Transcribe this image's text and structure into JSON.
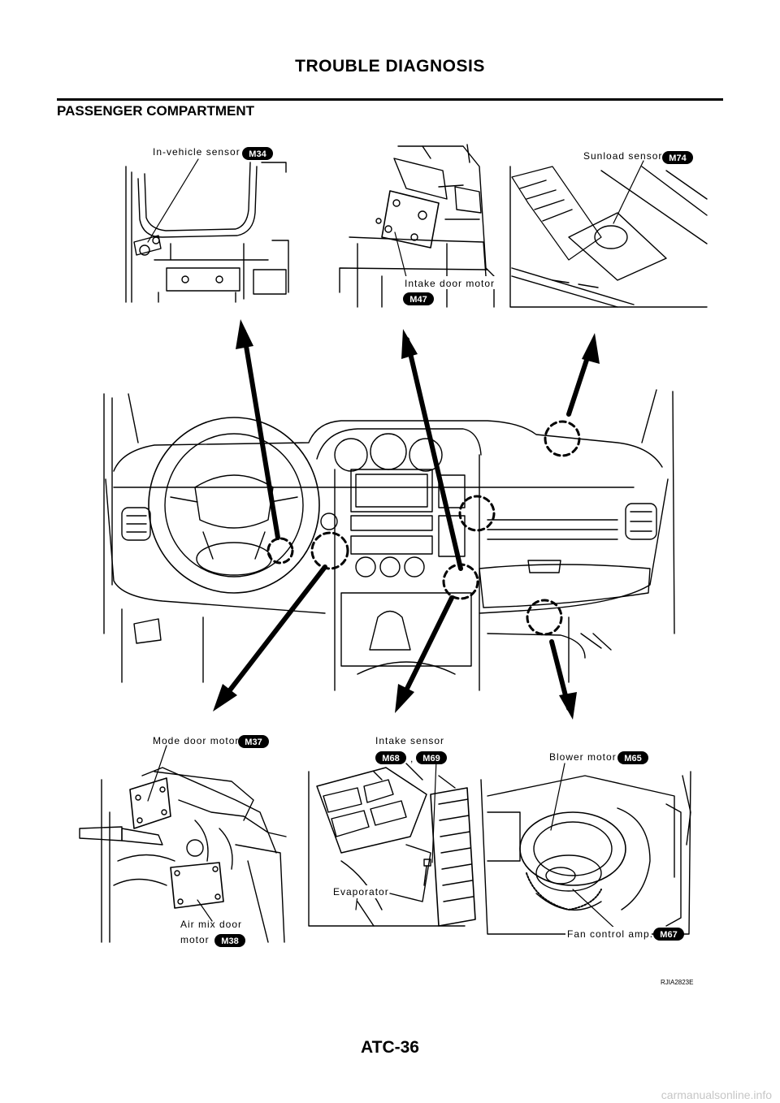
{
  "header": {
    "title": "TROUBLE DIAGNOSIS"
  },
  "section": {
    "title": "PASSENGER COMPARTMENT"
  },
  "callouts": {
    "in_vehicle_sensor": {
      "label": "In-vehicle sensor",
      "connector": "M34"
    },
    "intake_door_motor": {
      "label": "Intake door motor",
      "connector": "M47"
    },
    "sunload_sensor": {
      "label": "Sunload sensor",
      "connector": "M74"
    },
    "mode_door_motor": {
      "label": "Mode door motor",
      "connector": "M37"
    },
    "intake_sensor": {
      "label": "Intake sensor",
      "connectors": [
        "M68",
        "M69"
      ],
      "separator": ","
    },
    "blower_motor": {
      "label": "Blower motor",
      "connector": "M65"
    },
    "air_mix_door_motor": {
      "label_line1": "Air mix door",
      "label_line2": "motor",
      "connector": "M38"
    },
    "evaporator": {
      "label": "Evaporator"
    },
    "fan_control_amp": {
      "label": "Fan control amp.",
      "connector": "M67"
    }
  },
  "figure_code": "RJIA2823E",
  "footer": {
    "page_number": "ATC-36",
    "watermark": "carmanualsonline.info"
  }
}
